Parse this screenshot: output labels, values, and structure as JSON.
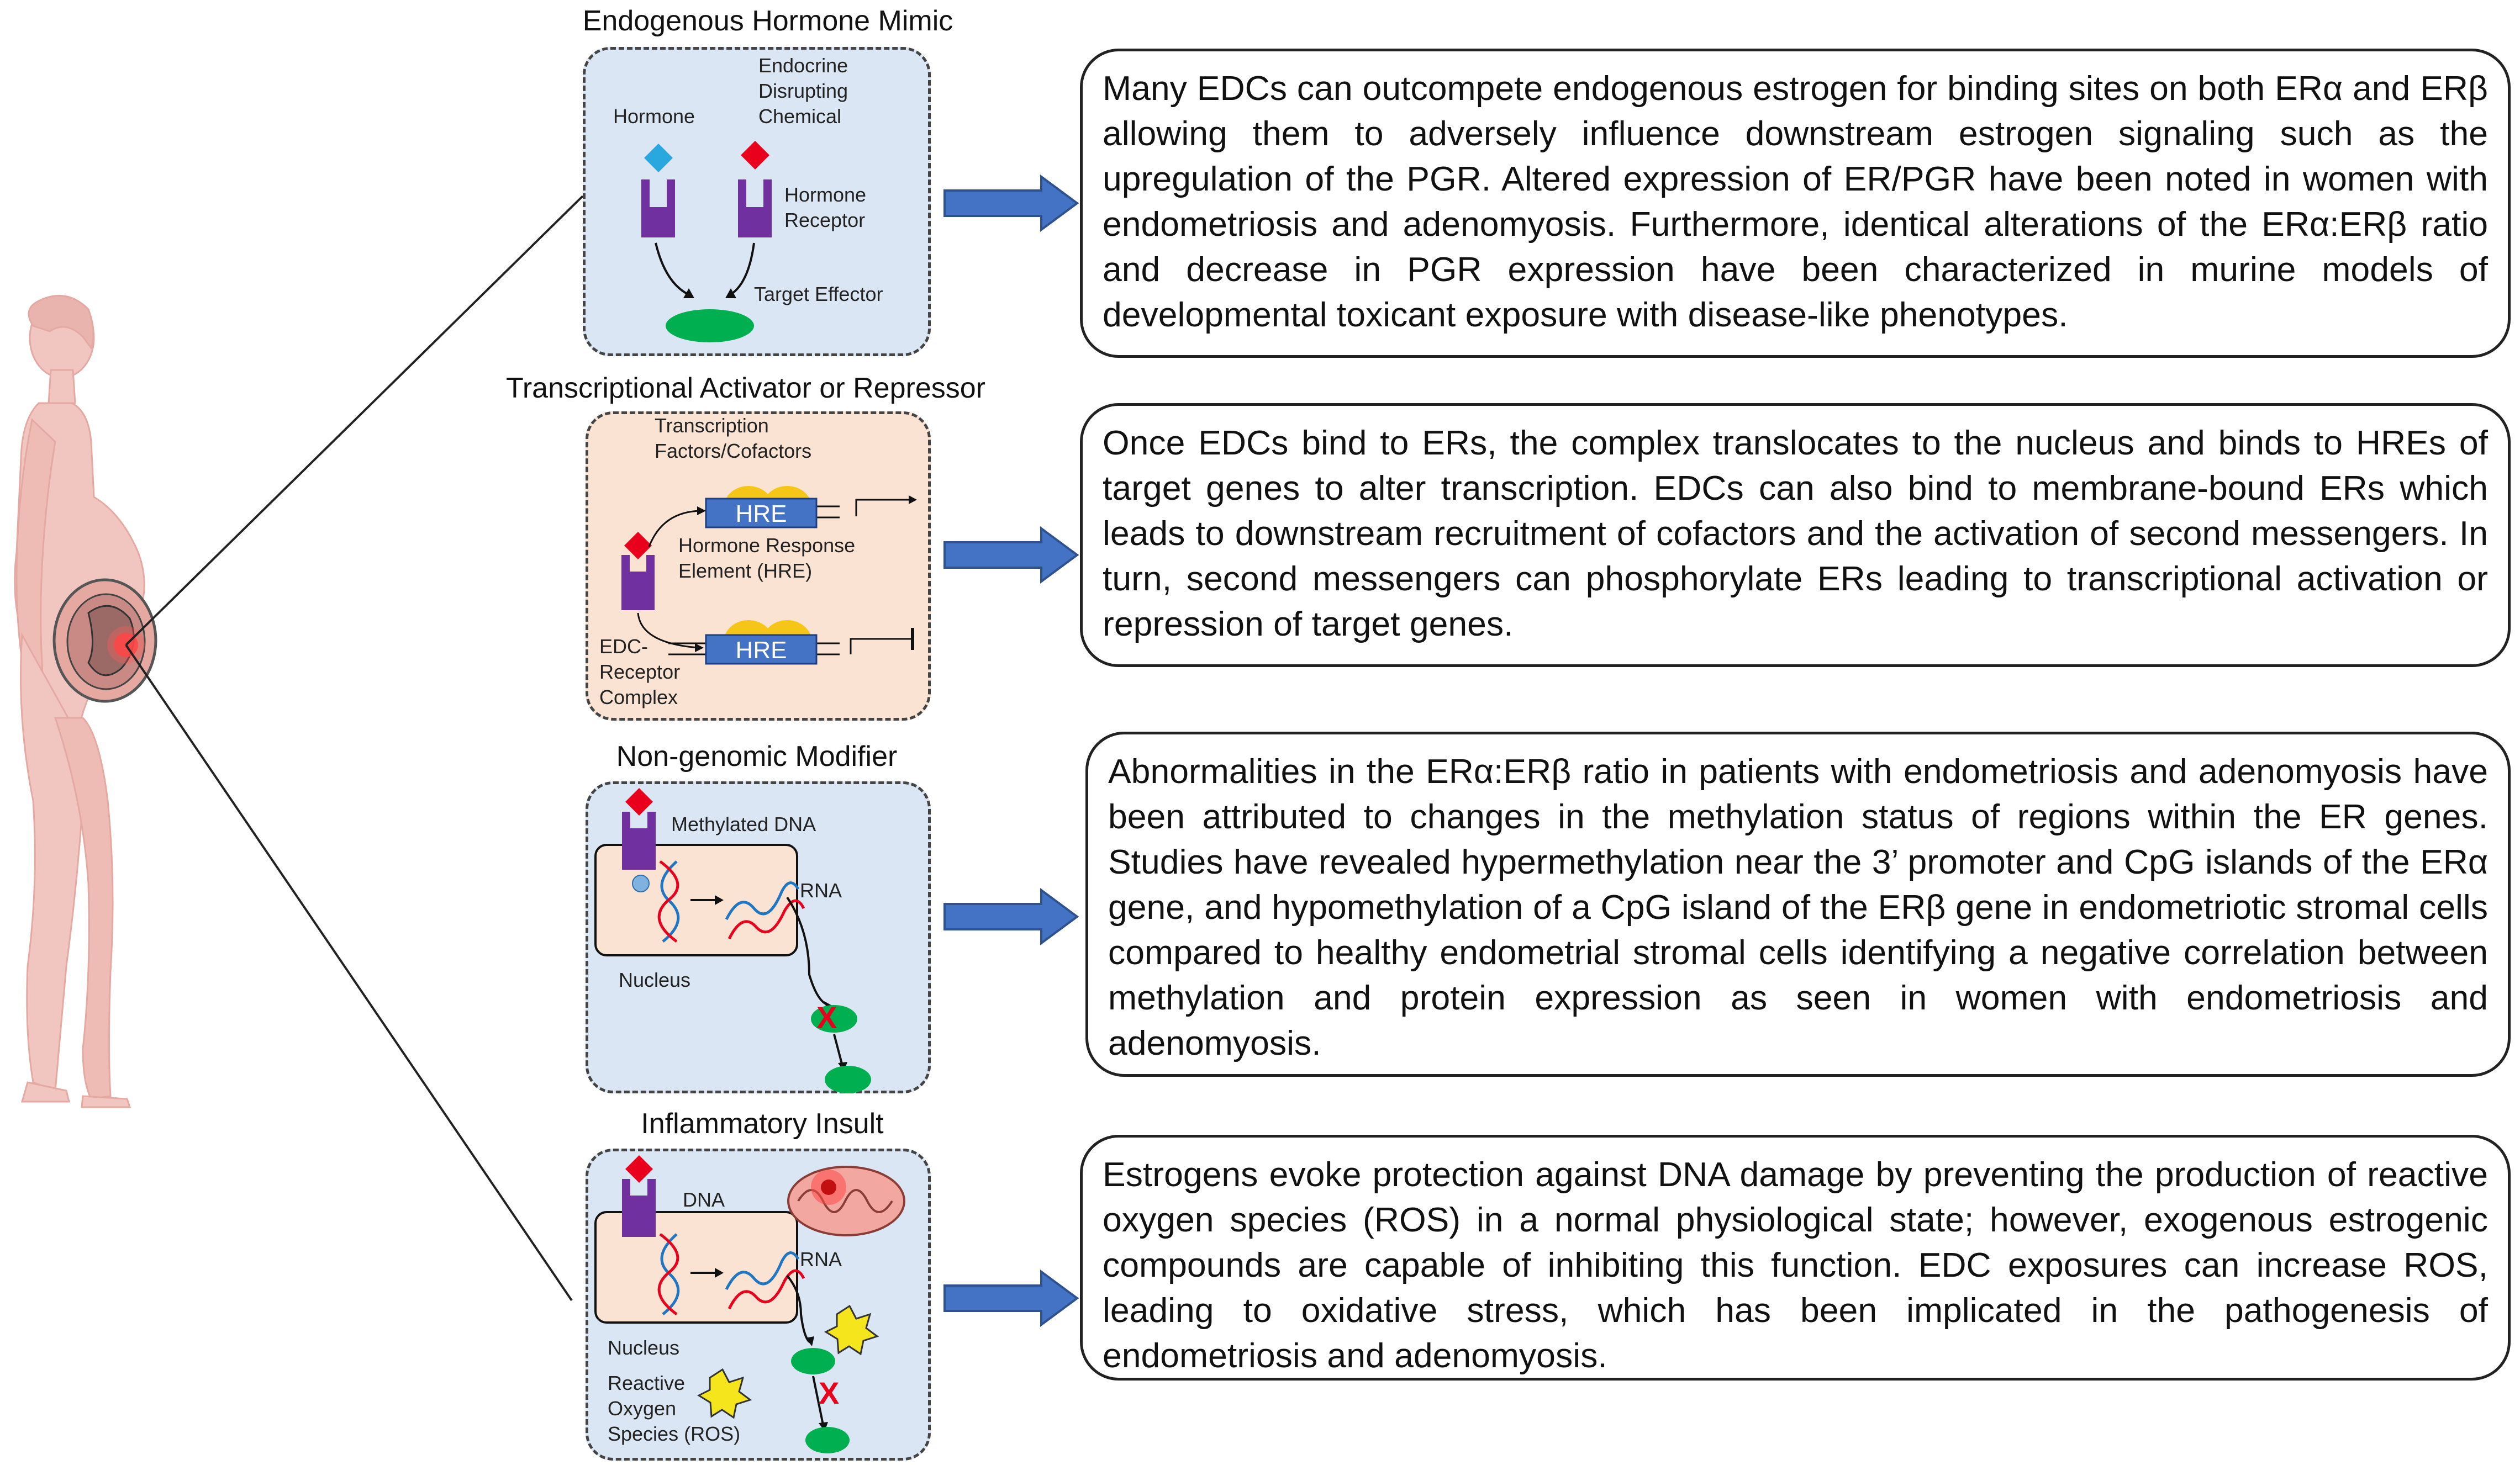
{
  "sections": [
    {
      "title": "Endogenous Hormone Mimic",
      "labels": {
        "hormone": "Hormone",
        "edc_line1": "Endocrine",
        "edc_line2": "Disrupting",
        "edc_line3": "Chemical",
        "receptor_line1": "Hormone",
        "receptor_line2": "Receptor",
        "target": "Target Effector"
      },
      "text": "Many EDCs can outcompete endogenous estrogen for binding sites on both ERα and ERβ allowing them to adversely influence downstream estrogen signaling such as the upregulation of the PGR. Altered expression of ER/PGR have been noted in women with endometriosis and adenomyosis. Furthermore, identical alterations of the ERα:ERβ ratio and decrease in PGR expression have been characterized in murine models of developmental toxicant exposure with disease-like phenotypes."
    },
    {
      "title": "Transcriptional Activator or Repressor",
      "labels": {
        "tf_line1": "Transcription",
        "tf_line2": "Factors/Cofactors",
        "hre": "HRE",
        "hre_full_line1": "Hormone Response",
        "hre_full_line2": "Element (HRE)",
        "complex_line1": "EDC-",
        "complex_line2": "Receptor",
        "complex_line3": "Complex"
      },
      "text": "Once EDCs bind to ERs, the complex translocates to the nucleus and binds to HREs of target genes to alter transcription. EDCs can also bind to membrane-bound ERs which leads to downstream recruitment of cofactors and the activation of second messengers. In turn, second messengers can phosphorylate ERs leading to transcriptional activation or repression of target genes."
    },
    {
      "title": "Non-genomic Modifier",
      "labels": {
        "methylated": "Methylated DNA",
        "rna": "RNA",
        "nucleus": "Nucleus",
        "x_mark": "X"
      },
      "text": "Abnormalities in the ERα:ERβ ratio in patients with endometriosis and adenomyosis have been attributed to changes in the methylation status of regions within the ER genes. Studies have revealed hypermethylation near the 3’ promoter and CpG islands of the ERα gene, and hypomethylation of a CpG island of the ERβ gene in endometriotic stromal cells compared to healthy endometrial stromal cells identifying a negative correlation between methylation and protein expression as seen in women with endometriosis and adenomyosis."
    },
    {
      "title": "Inflammatory  Insult",
      "labels": {
        "dna": "DNA",
        "rna": "RNA",
        "nucleus": "Nucleus",
        "ros_line1": "Reactive",
        "ros_line2": "Oxygen",
        "ros_line3": "Species (ROS)",
        "x_mark": "X"
      },
      "text": "Estrogens evoke protection against DNA damage by preventing the production of reactive oxygen species (ROS) in a normal physiological state; however, exogenous estrogenic compounds are capable of inhibiting this function. EDC exposures can increase ROS, leading to oxidative stress, which has been implicated in the pathogenesis of endometriosis and adenomyosis."
    }
  ],
  "colors": {
    "panel_blue": "#dbe6f4",
    "panel_peach": "#fbe3d3",
    "receptor_purple": "#7030a0",
    "hormone_cyan": "#29a8e0",
    "edc_red": "#e8001c",
    "effector_green": "#00b050",
    "hre_blue": "#4472c4",
    "cofactor_gold": "#f5c518",
    "arrow_blue": "#4472c4",
    "figure_pink": "#f2c6c0"
  }
}
